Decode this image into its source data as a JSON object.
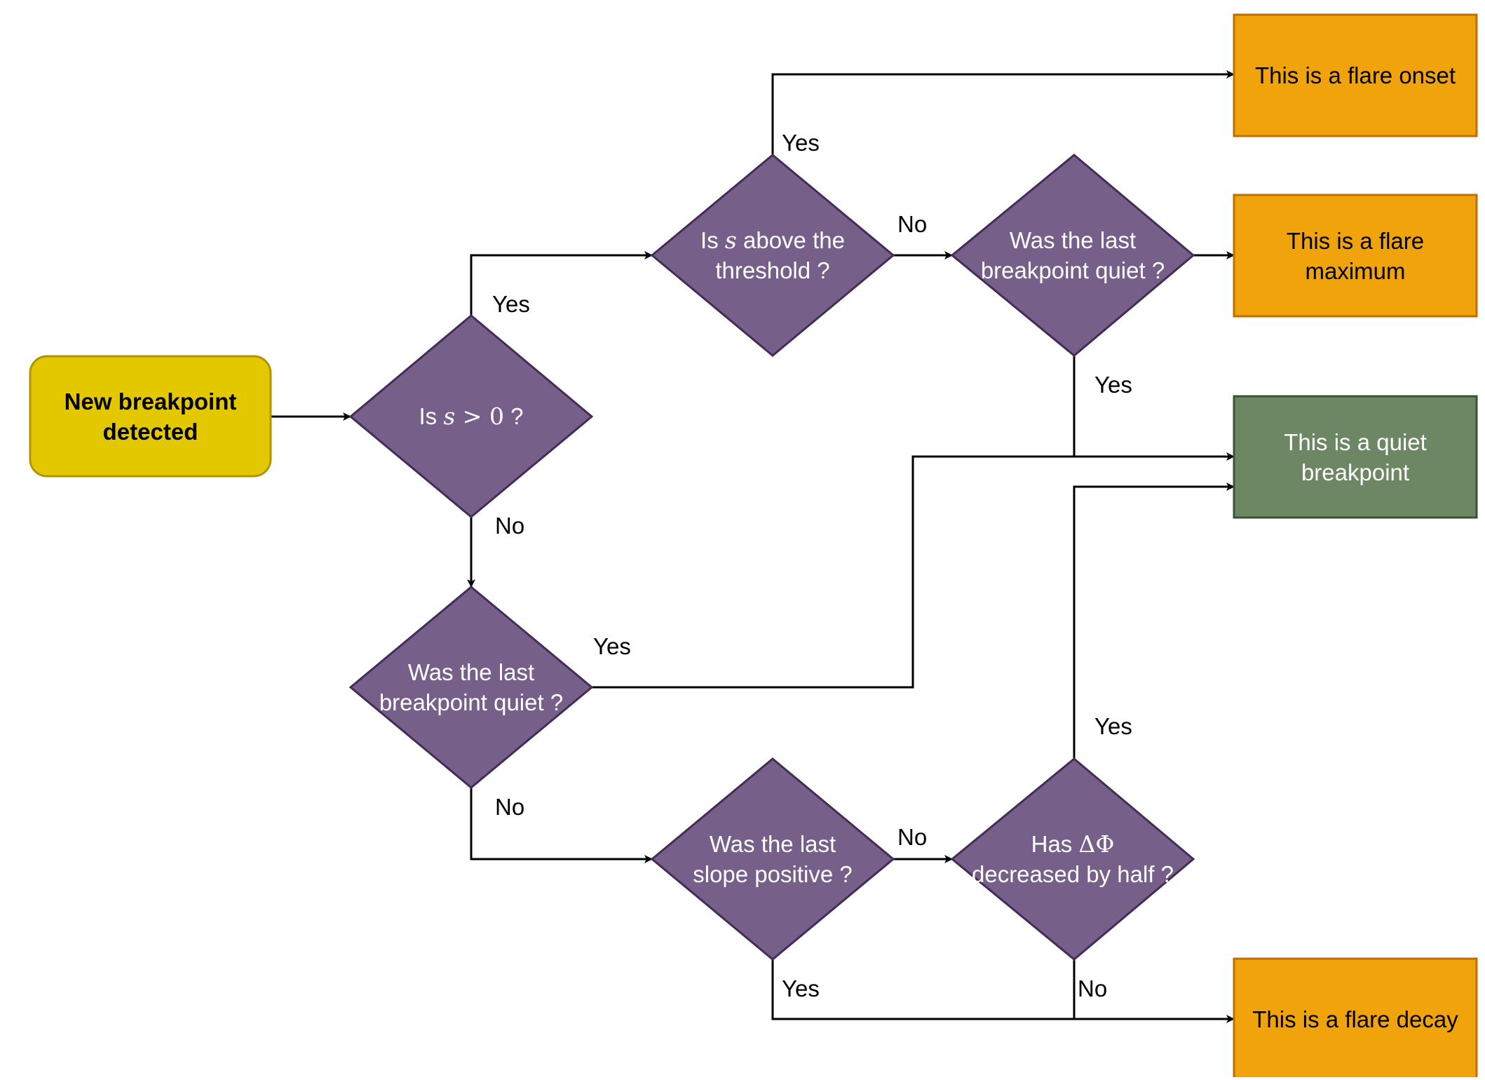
{
  "colors": {
    "start_fill": "#e3c800",
    "start_stroke": "#b09500",
    "decision_fill": "#76608a",
    "decision_stroke": "#432d57",
    "flare_fill": "#f0a30a",
    "flare_stroke": "#bd7000",
    "quiet_fill": "#6d8764",
    "quiet_stroke": "#3a5431",
    "line": "#000000"
  },
  "nodes": {
    "start": {
      "line1": "New breakpoint",
      "line2": "detected"
    },
    "d_s_positive": {
      "pre": "Is ",
      "var": "s",
      "op": " > ",
      "num": "0",
      "post": " ?"
    },
    "d_above_threshold": {
      "pre": "Is ",
      "var": "s",
      "post": " above the",
      "line2": "threshold ?"
    },
    "d_last_quiet_top": {
      "line1": "Was the last",
      "line2": "breakpoint quiet ?"
    },
    "d_last_quiet_mid": {
      "line1": "Was the last",
      "line2": "breakpoint quiet ?"
    },
    "d_slope_positive": {
      "line1": "Was the last",
      "line2": "slope positive ?"
    },
    "d_delta_phi": {
      "pre": "Has ",
      "sym": "ΔΦ",
      "line2": "decreased by half ?"
    },
    "r_flare_onset": {
      "line1": "This is a flare onset"
    },
    "r_flare_maximum": {
      "line1": "This is a flare",
      "line2": "maximum"
    },
    "r_quiet": {
      "line1": "This is a quiet",
      "line2": "breakpoint"
    },
    "r_flare_decay": {
      "line1": "This is a flare decay"
    }
  },
  "edge_labels": {
    "s_pos_yes": "Yes",
    "s_pos_no": "No",
    "thresh_yes": "Yes",
    "thresh_no": "No",
    "top_quiet_yes": "Yes",
    "mid_quiet_yes": "Yes",
    "mid_quiet_no": "No",
    "slope_no": "No",
    "slope_yes": "Yes",
    "phi_yes": "Yes",
    "phi_no": "No"
  }
}
